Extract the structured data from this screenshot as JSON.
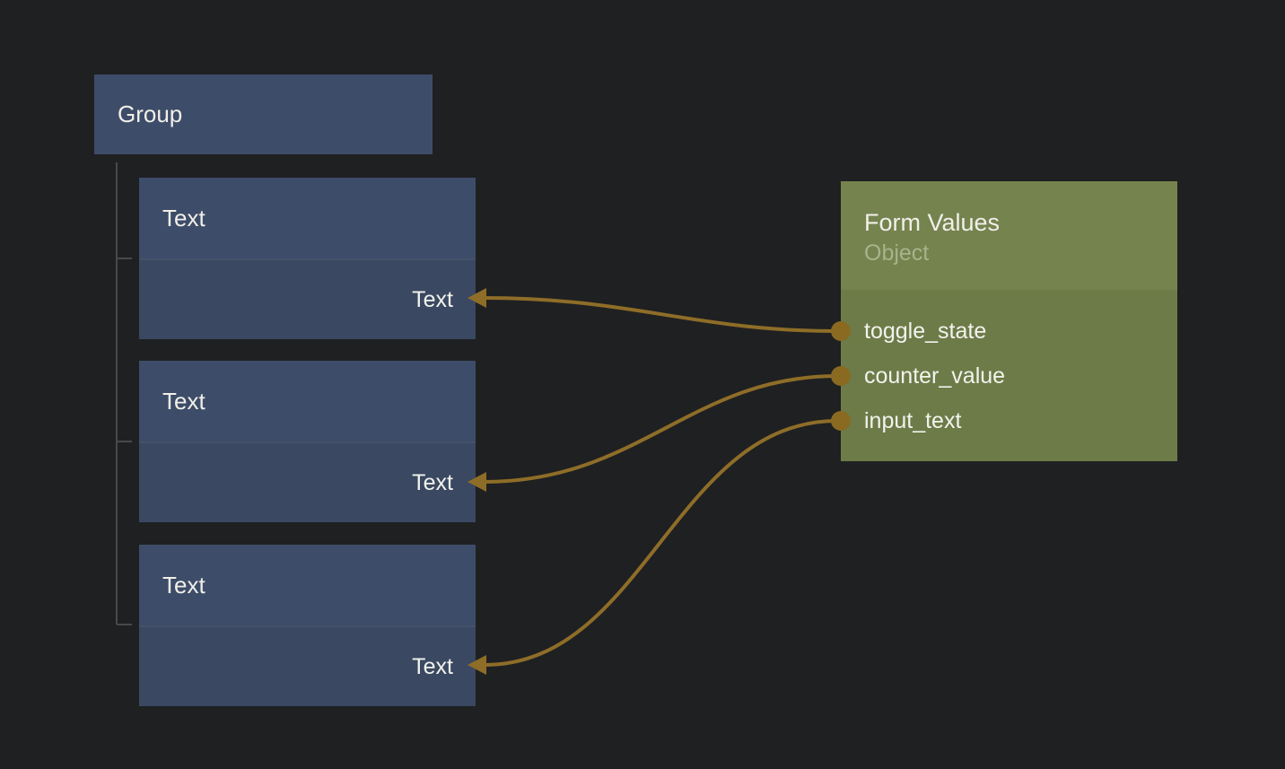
{
  "colors": {
    "background": "#1f2021",
    "node_blue_header": "#3d4c68",
    "node_blue_body": "#3a4861",
    "node_green_header": "#75834f",
    "node_green_body": "#6d7b48",
    "wire": "#8e6d28",
    "port_dot": "#8a6921",
    "tree_line": "#48494d",
    "title_text": "#f1efe9",
    "subtitle_text": "#a9b28c",
    "port_label_text": "#f2f3ed"
  },
  "group_node": {
    "title": "Group"
  },
  "text_nodes": [
    {
      "title": "Text",
      "input_label": "Text"
    },
    {
      "title": "Text",
      "input_label": "Text"
    },
    {
      "title": "Text",
      "input_label": "Text"
    }
  ],
  "form_values_node": {
    "title": "Form Values",
    "subtitle": "Object",
    "outputs": [
      "toggle_state",
      "counter_value",
      "input_text"
    ]
  },
  "connections": [
    {
      "from": "toggle_state",
      "to": "text-node-1-input"
    },
    {
      "from": "counter_value",
      "to": "text-node-2-input"
    },
    {
      "from": "input_text",
      "to": "text-node-3-input"
    }
  ]
}
